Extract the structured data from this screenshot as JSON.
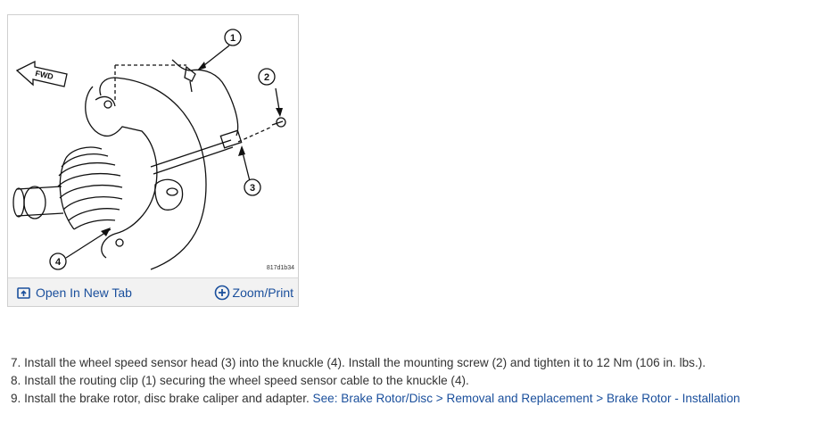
{
  "figure": {
    "image_code": "817d1b34",
    "fwd_label": "FWD",
    "callouts": [
      "1",
      "2",
      "3",
      "4"
    ],
    "open_tab_label": "Open In New Tab",
    "zoom_label": "Zoom/Print",
    "open_tab_icon": "open-in-new-tab-icon",
    "zoom_icon": "plus-circle-icon"
  },
  "steps": [
    {
      "text": "7. Install the wheel speed sensor head (3) into the knuckle (4). Install the mounting screw (2) and tighten it to 12 Nm (106 in. lbs.).",
      "link": ""
    },
    {
      "text": "8. Install the routing clip (1) securing the wheel speed sensor cable to the knuckle (4).",
      "link": ""
    },
    {
      "text": "9. Install the brake rotor, disc brake caliper and adapter. ",
      "link": "See: Brake Rotor/Disc > Removal and Replacement > Brake Rotor - Installation"
    }
  ],
  "colors": {
    "link": "#1a4f9c",
    "text": "#333333",
    "border": "#cfcfcf"
  }
}
